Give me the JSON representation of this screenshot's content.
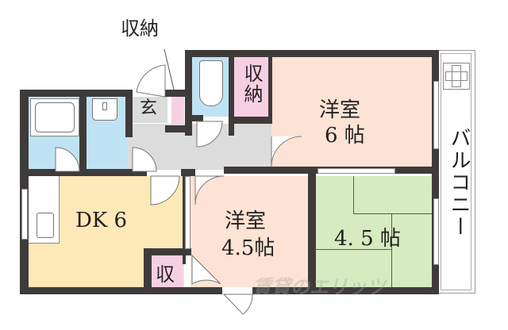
{
  "floor_plan": {
    "callout_label": "収納",
    "rooms": {
      "genkan": {
        "label": "玄"
      },
      "storage_top": {
        "label": "収納"
      },
      "western_6": {
        "label_line1": "洋室",
        "label_line2": "6 帖"
      },
      "dk": {
        "label": "DK 6"
      },
      "western_4_5": {
        "label_line1": "洋室",
        "label_line2": "4.5帖"
      },
      "storage_small": {
        "label": "収"
      },
      "tatami_4_5": {
        "label": "4. 5 帖"
      },
      "balcony": {
        "label": "バルコニー"
      }
    },
    "watermark": "賃貸のエリッツ",
    "colors": {
      "wall": "#3f3b3b",
      "water_area": "#bfe3f5",
      "storage": "#f6d0e2",
      "western_room": "#fde3d5",
      "dk": "#fde8b8",
      "tatami": "#d6ebc0",
      "hallway": "#dcdcdc",
      "balcony": "#ffffff"
    }
  }
}
